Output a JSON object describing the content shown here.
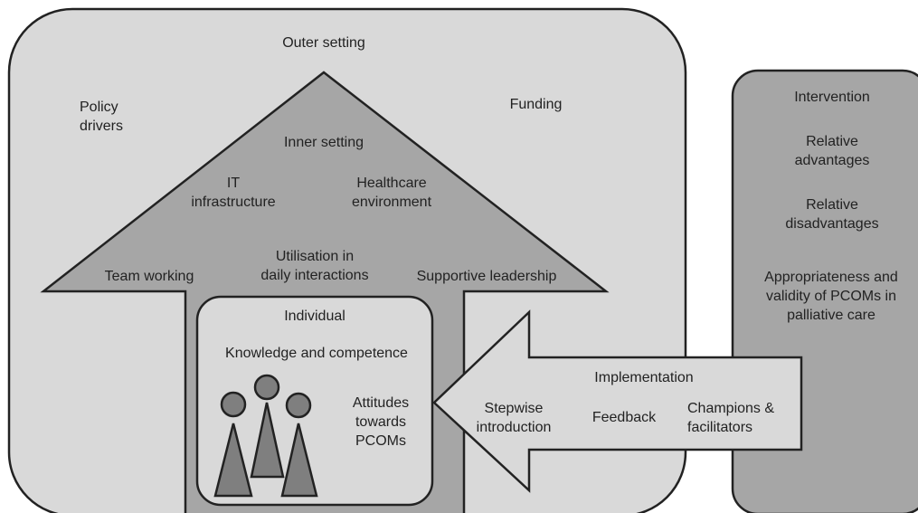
{
  "outer": {
    "title": "Outer setting",
    "policy": "Policy\ndrivers",
    "funding": "Funding"
  },
  "inner": {
    "title": "Inner setting",
    "it": "IT\ninfrastructure",
    "healthcare": "Healthcare\nenvironment",
    "team": "Team working",
    "utilisation": "Utilisation in\ndaily interactions",
    "leadership": "Supportive leadership"
  },
  "individual": {
    "title": "Individual",
    "knowledge": "Knowledge and competence",
    "attitudes": "Attitudes\ntowards\nPCOMs"
  },
  "implementation": {
    "title": "Implementation",
    "stepwise": "Stepwise\nintroduction",
    "feedback": "Feedback",
    "champions": "Champions &\nfacilitators"
  },
  "intervention": {
    "title": "Intervention",
    "advantages": "Relative\nadvantages",
    "disadvantages": "Relative\ndisadvantages",
    "appropriateness": "Appropriateness and\nvalidity of PCOMs in\npalliative care"
  },
  "colors": {
    "outer_fill": "#d9d9d9",
    "inner_fill": "#a6a6a6",
    "individual_fill": "#d9d9d9",
    "arrow_fill": "#d9d9d9",
    "intervention_fill": "#a6a6a6",
    "figure_fill": "#7f7f7f",
    "stroke": "#222222"
  }
}
